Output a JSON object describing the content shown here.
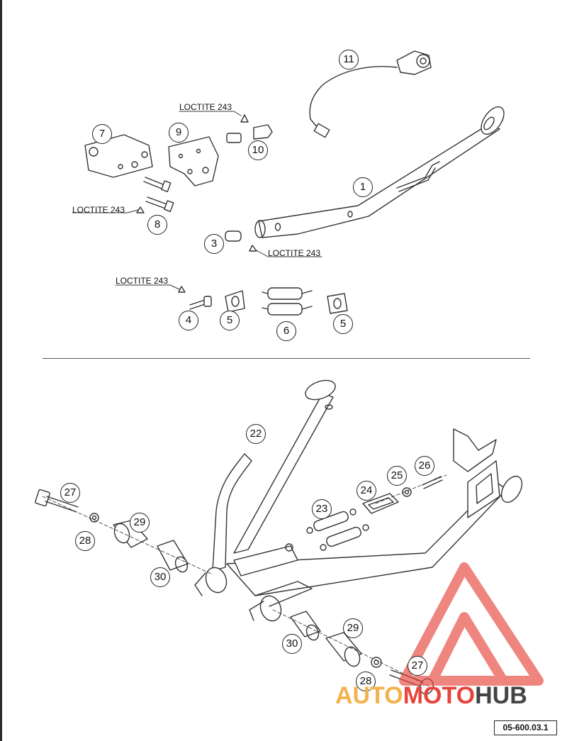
{
  "callouts": {
    "n1": "1",
    "n3": "3",
    "n4": "4",
    "n5a": "5",
    "n5b": "5",
    "n6": "6",
    "n7": "7",
    "n8": "8",
    "n9": "9",
    "n10": "10",
    "n11": "11",
    "n22": "22",
    "n23": "23",
    "n24": "24",
    "n25": "25",
    "n26": "26",
    "n27a": "27",
    "n27b": "27",
    "n28a": "28",
    "n28b": "28",
    "n29a": "29",
    "n29b": "29",
    "n30a": "30",
    "n30b": "30"
  },
  "loctite": {
    "l1": "LOCTITE 243",
    "l2": "LOCTITE 243",
    "l3": "LOCTITE 243",
    "l4": "LOCTITE 243"
  },
  "reference_code": "05-600.03.1",
  "watermark": {
    "part1": "AUTO",
    "part2": "MOTO",
    "part3": "HUB"
  },
  "colors": {
    "line": "#333333",
    "watermark_red": "#e8443c",
    "watermark_orange": "#f3b24e",
    "watermark_dark": "#444444"
  }
}
